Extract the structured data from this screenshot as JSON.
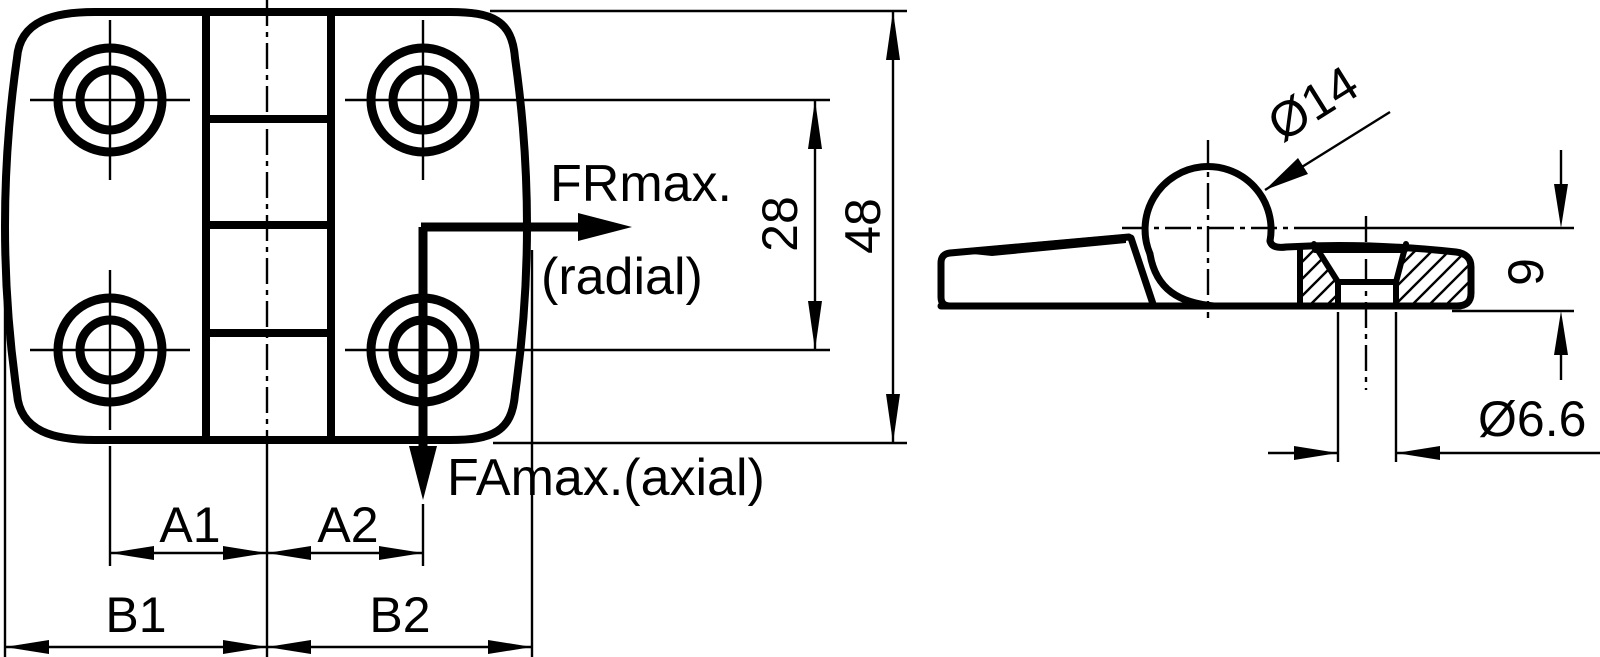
{
  "drawing": {
    "type": "hinge technical drawing, two orthographic views",
    "colors": {
      "line": "#000000",
      "background": "#ffffff"
    },
    "front_view": {
      "labels": {
        "force_radial": "FRmax.",
        "force_radial_qualifier": "(radial)",
        "force_axial": "FAmax.(axial)",
        "dim_hole_row_spacing": "28",
        "dim_overall_height": "48",
        "dim_a1": "A1",
        "dim_a2": "A2",
        "dim_b1": "B1",
        "dim_b2": "B2"
      }
    },
    "side_view": {
      "labels": {
        "dim_knuckle_diameter": "Ø14",
        "dim_axis_to_base_height": "9",
        "dim_hole_diameter": "Ø6.6"
      }
    }
  }
}
